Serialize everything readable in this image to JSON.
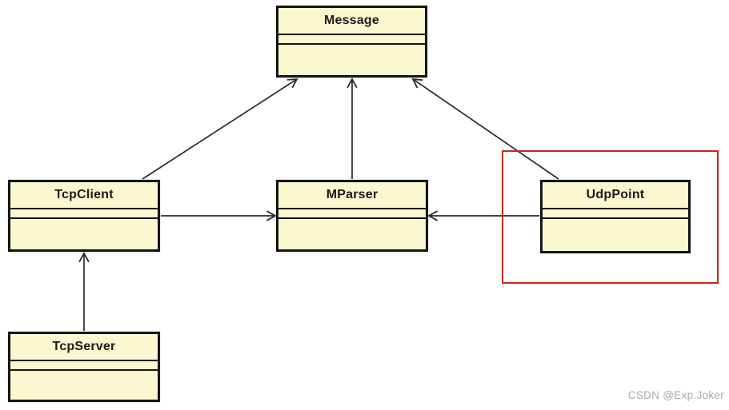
{
  "diagram": {
    "type": "uml-class-diagram",
    "nodes": [
      {
        "id": "message",
        "label": "Message"
      },
      {
        "id": "tcpclient",
        "label": "TcpClient"
      },
      {
        "id": "mparser",
        "label": "MParser"
      },
      {
        "id": "udppoint",
        "label": "UdpPoint"
      },
      {
        "id": "tcpserver",
        "label": "TcpServer"
      }
    ],
    "edges": [
      {
        "from": "TcpClient",
        "to": "Message",
        "arrow": "open"
      },
      {
        "from": "MParser",
        "to": "Message",
        "arrow": "open"
      },
      {
        "from": "UdpPoint",
        "to": "Message",
        "arrow": "open"
      },
      {
        "from": "TcpClient",
        "to": "MParser",
        "arrow": "open"
      },
      {
        "from": "UdpPoint",
        "to": "MParser",
        "arrow": "open"
      },
      {
        "from": "TcpServer",
        "to": "TcpClient",
        "arrow": "open"
      }
    ],
    "highlight": {
      "target": "UdpPoint",
      "color": "#c5271d"
    },
    "colors": {
      "node_fill": "#fbf8d0",
      "node_border": "#151515",
      "edge": "#2a2a2a",
      "highlight": "#c5271d",
      "background": "#ffffff"
    }
  },
  "watermark": {
    "text": "CSDN @Exp.Joker"
  }
}
